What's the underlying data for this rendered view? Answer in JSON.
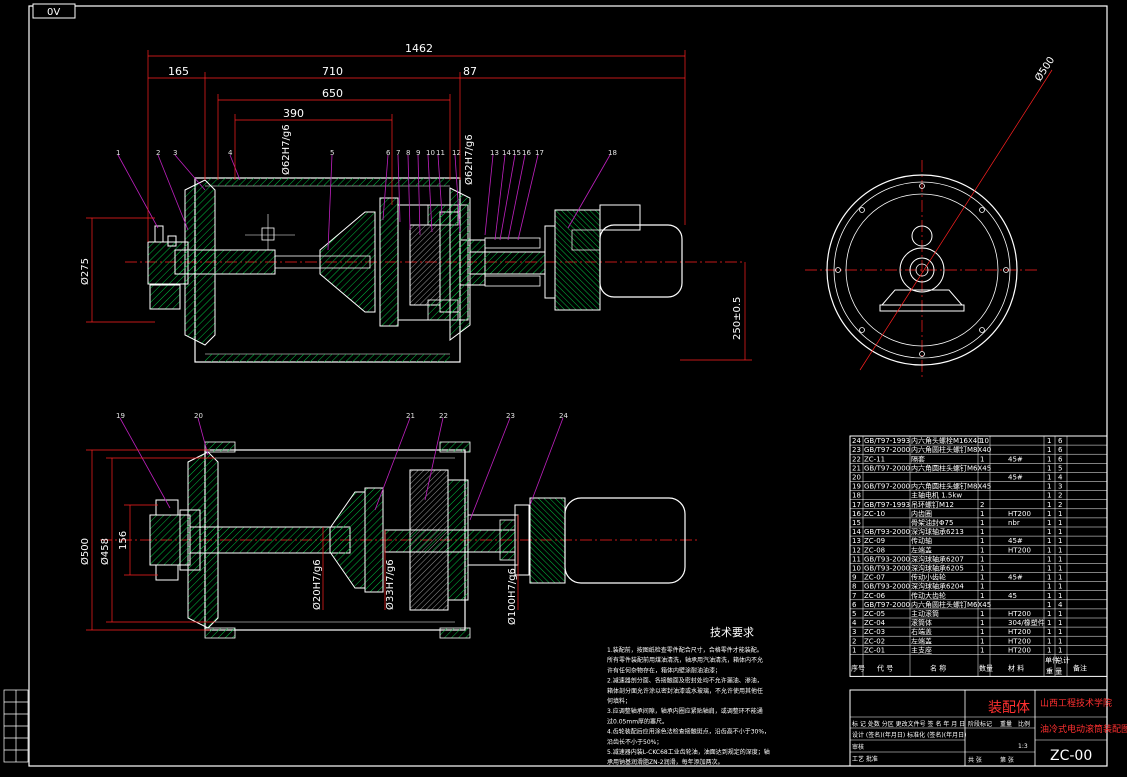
{
  "tab_label": "0V",
  "dimensions": {
    "top": {
      "overall": "1462",
      "left_seg": "165",
      "mid_seg": "710",
      "right_seg": "87",
      "inner": "650",
      "shaft": "390"
    },
    "fits_top": [
      "Ø62H7/g6",
      "Ø62H7/g6"
    ],
    "dia_left_top": "Ø275",
    "height_right": "250±0.5",
    "end_view_dia": "Ø500",
    "fits_bottom": [
      "Ø20H7/g6",
      "Ø33H7/g6",
      "Ø100H7/g6"
    ],
    "dia_left_bottom": [
      "Ø500",
      "Ø458",
      "156"
    ]
  },
  "part_labels_top": [
    "1",
    "2",
    "3",
    "4",
    "5",
    "6",
    "7",
    "8",
    "9",
    "10",
    "11",
    "12",
    "13",
    "14",
    "15",
    "16",
    "17",
    "18"
  ],
  "part_labels_bottom": [
    "19",
    "20",
    "21",
    "22",
    "23",
    "24"
  ],
  "bom": {
    "rows": [
      {
        "no": "24",
        "code": "GB/T97-1993",
        "name": "内六角头螺栓M16X40",
        "qty": "10",
        "mat": "",
        "w1": "1",
        "w2": "6"
      },
      {
        "no": "23",
        "code": "GB/T97-2000",
        "name": "内六角圆柱头螺钉M8X40",
        "qty": "",
        "mat": "",
        "w1": "1",
        "w2": "6"
      },
      {
        "no": "22",
        "code": "ZC-11",
        "name": "隔套",
        "qty": "1",
        "mat": "45#",
        "w1": "1",
        "w2": "6"
      },
      {
        "no": "21",
        "code": "GB/T97-2000",
        "name": "内六角圆柱头螺钉M6X45",
        "qty": "",
        "mat": "",
        "w1": "1",
        "w2": "5"
      },
      {
        "no": "20",
        "code": "",
        "name": "",
        "qty": "",
        "mat": "45#",
        "w1": "1",
        "w2": "4"
      },
      {
        "no": "19",
        "code": "GB/T97-2000",
        "name": "内六角圆柱头螺钉M8X45",
        "qty": "",
        "mat": "",
        "w1": "1",
        "w2": "3"
      },
      {
        "no": "18",
        "code": "",
        "name": "主轴电机 1.5kw",
        "qty": "",
        "mat": "",
        "w1": "1",
        "w2": "2"
      },
      {
        "no": "17",
        "code": "GB/T97-1993",
        "name": "吊环螺钉M12",
        "qty": "2",
        "mat": "",
        "w1": "1",
        "w2": "2"
      },
      {
        "no": "16",
        "code": "ZC-10",
        "name": "内齿圈",
        "qty": "1",
        "mat": "HT200",
        "w1": "1",
        "w2": "1"
      },
      {
        "no": "15",
        "code": "",
        "name": "骨架油封Φ75",
        "qty": "1",
        "mat": "nbr",
        "w1": "1",
        "w2": "1"
      },
      {
        "no": "14",
        "code": "GB/T93-2000",
        "name": "深沟球轴承6213",
        "qty": "1",
        "mat": "",
        "w1": "1",
        "w2": "1"
      },
      {
        "no": "13",
        "code": "ZC-09",
        "name": "传动轴",
        "qty": "1",
        "mat": "45#",
        "w1": "1",
        "w2": "1"
      },
      {
        "no": "12",
        "code": "ZC-08",
        "name": "左端盖",
        "qty": "1",
        "mat": "HT200",
        "w1": "1",
        "w2": "1"
      },
      {
        "no": "11",
        "code": "GB/T93-2000",
        "name": "深沟球轴承6207",
        "qty": "1",
        "mat": "",
        "w1": "1",
        "w2": "1"
      },
      {
        "no": "10",
        "code": "GB/T93-2000",
        "name": "深沟球轴承6205",
        "qty": "1",
        "mat": "",
        "w1": "1",
        "w2": "1"
      },
      {
        "no": "9",
        "code": "ZC-07",
        "name": "传动小齿轮",
        "qty": "1",
        "mat": "45#",
        "w1": "1",
        "w2": "1"
      },
      {
        "no": "8",
        "code": "GB/T93-2000",
        "name": "深沟球轴承6204",
        "qty": "1",
        "mat": "",
        "w1": "1",
        "w2": "1"
      },
      {
        "no": "7",
        "code": "ZC-06",
        "name": "传动大齿轮",
        "qty": "1",
        "mat": "45",
        "w1": "1",
        "w2": "1"
      },
      {
        "no": "6",
        "code": "GB/T97-2000",
        "name": "内六角圆柱头螺钉M6X45",
        "qty": "",
        "mat": "",
        "w1": "1",
        "w2": "4"
      },
      {
        "no": "5",
        "code": "ZC-05",
        "name": "主动滚筒",
        "qty": "1",
        "mat": "HT200",
        "w1": "1",
        "w2": "1"
      },
      {
        "no": "4",
        "code": "ZC-04",
        "name": "滚筒体",
        "qty": "1",
        "mat": "304/橡塑件",
        "w1": "1",
        "w2": "1"
      },
      {
        "no": "3",
        "code": "ZC-03",
        "name": "右端盖",
        "qty": "1",
        "mat": "HT200",
        "w1": "1",
        "w2": "1"
      },
      {
        "no": "2",
        "code": "ZC-02",
        "name": "左端盖",
        "qty": "1",
        "mat": "HT200",
        "w1": "1",
        "w2": "1"
      },
      {
        "no": "1",
        "code": "ZC-01",
        "name": "主支座",
        "qty": "1",
        "mat": "HT200",
        "w1": "1",
        "w2": "1"
      }
    ],
    "header": {
      "no": "序号",
      "code": "代 号",
      "name": "名 称",
      "qty": "数量",
      "mat": "材 料",
      "single": "单件",
      "total": "总计",
      "weight": "重 量",
      "remark": "备注"
    }
  },
  "tech_req": {
    "title": "技术要求",
    "lines": [
      "1.装配前，按图纸检查零件配合尺寸，合格零件才能装配。",
      "所有零件装配前用煤油清洗，轴承用汽油清洗，箱体内不允",
      "许有任何杂物存在，箱体内壁涂耐油油漆；",
      "2.减速器剖分面、各接触面及密封处均不允许漏油、渗油，",
      "箱体剖分面允许涂以密封油漆或水玻璃，不允许使用其他任",
      "何填料；",
      "3.应调整轴承间隙，轴承内圈应紧贴轴肩，或调整环不能通",
      "过0.05mm厚的塞尺。",
      "4.齿轮装配后应用涂色法检查接触斑点，沿齿高不小于30%，",
      "沿齿长不小于50%；",
      "5.减速器内装L-CKC68工业齿轮油，油面达到规定的深度；轴",
      "承用钠基润滑脂ZN-2润滑，每年添加两次。"
    ]
  },
  "title_block": {
    "drawing_name": "装配体",
    "company": "山西工程技术学院",
    "product": "油冷式电动滚筒装配图",
    "drawing_no": "ZC-00",
    "rows": [
      "标 记 处数 分区 更改文件号 签 名 年 月 日",
      "设计 (签名)(年月日) 标准化 (签名)(年月日)",
      "审核",
      "工艺 批准"
    ],
    "stage": "阶段标记",
    "weight": "重量",
    "scale": "比例",
    "scale_val": "1:3",
    "sheet": "共 张",
    "sheet2": "第 张"
  },
  "colors": {
    "background": "#000000",
    "outline": "#ffffff",
    "center": "#ff2020",
    "hatch": "#00c040",
    "leader": "#c020c0",
    "motor": "#00c040"
  }
}
